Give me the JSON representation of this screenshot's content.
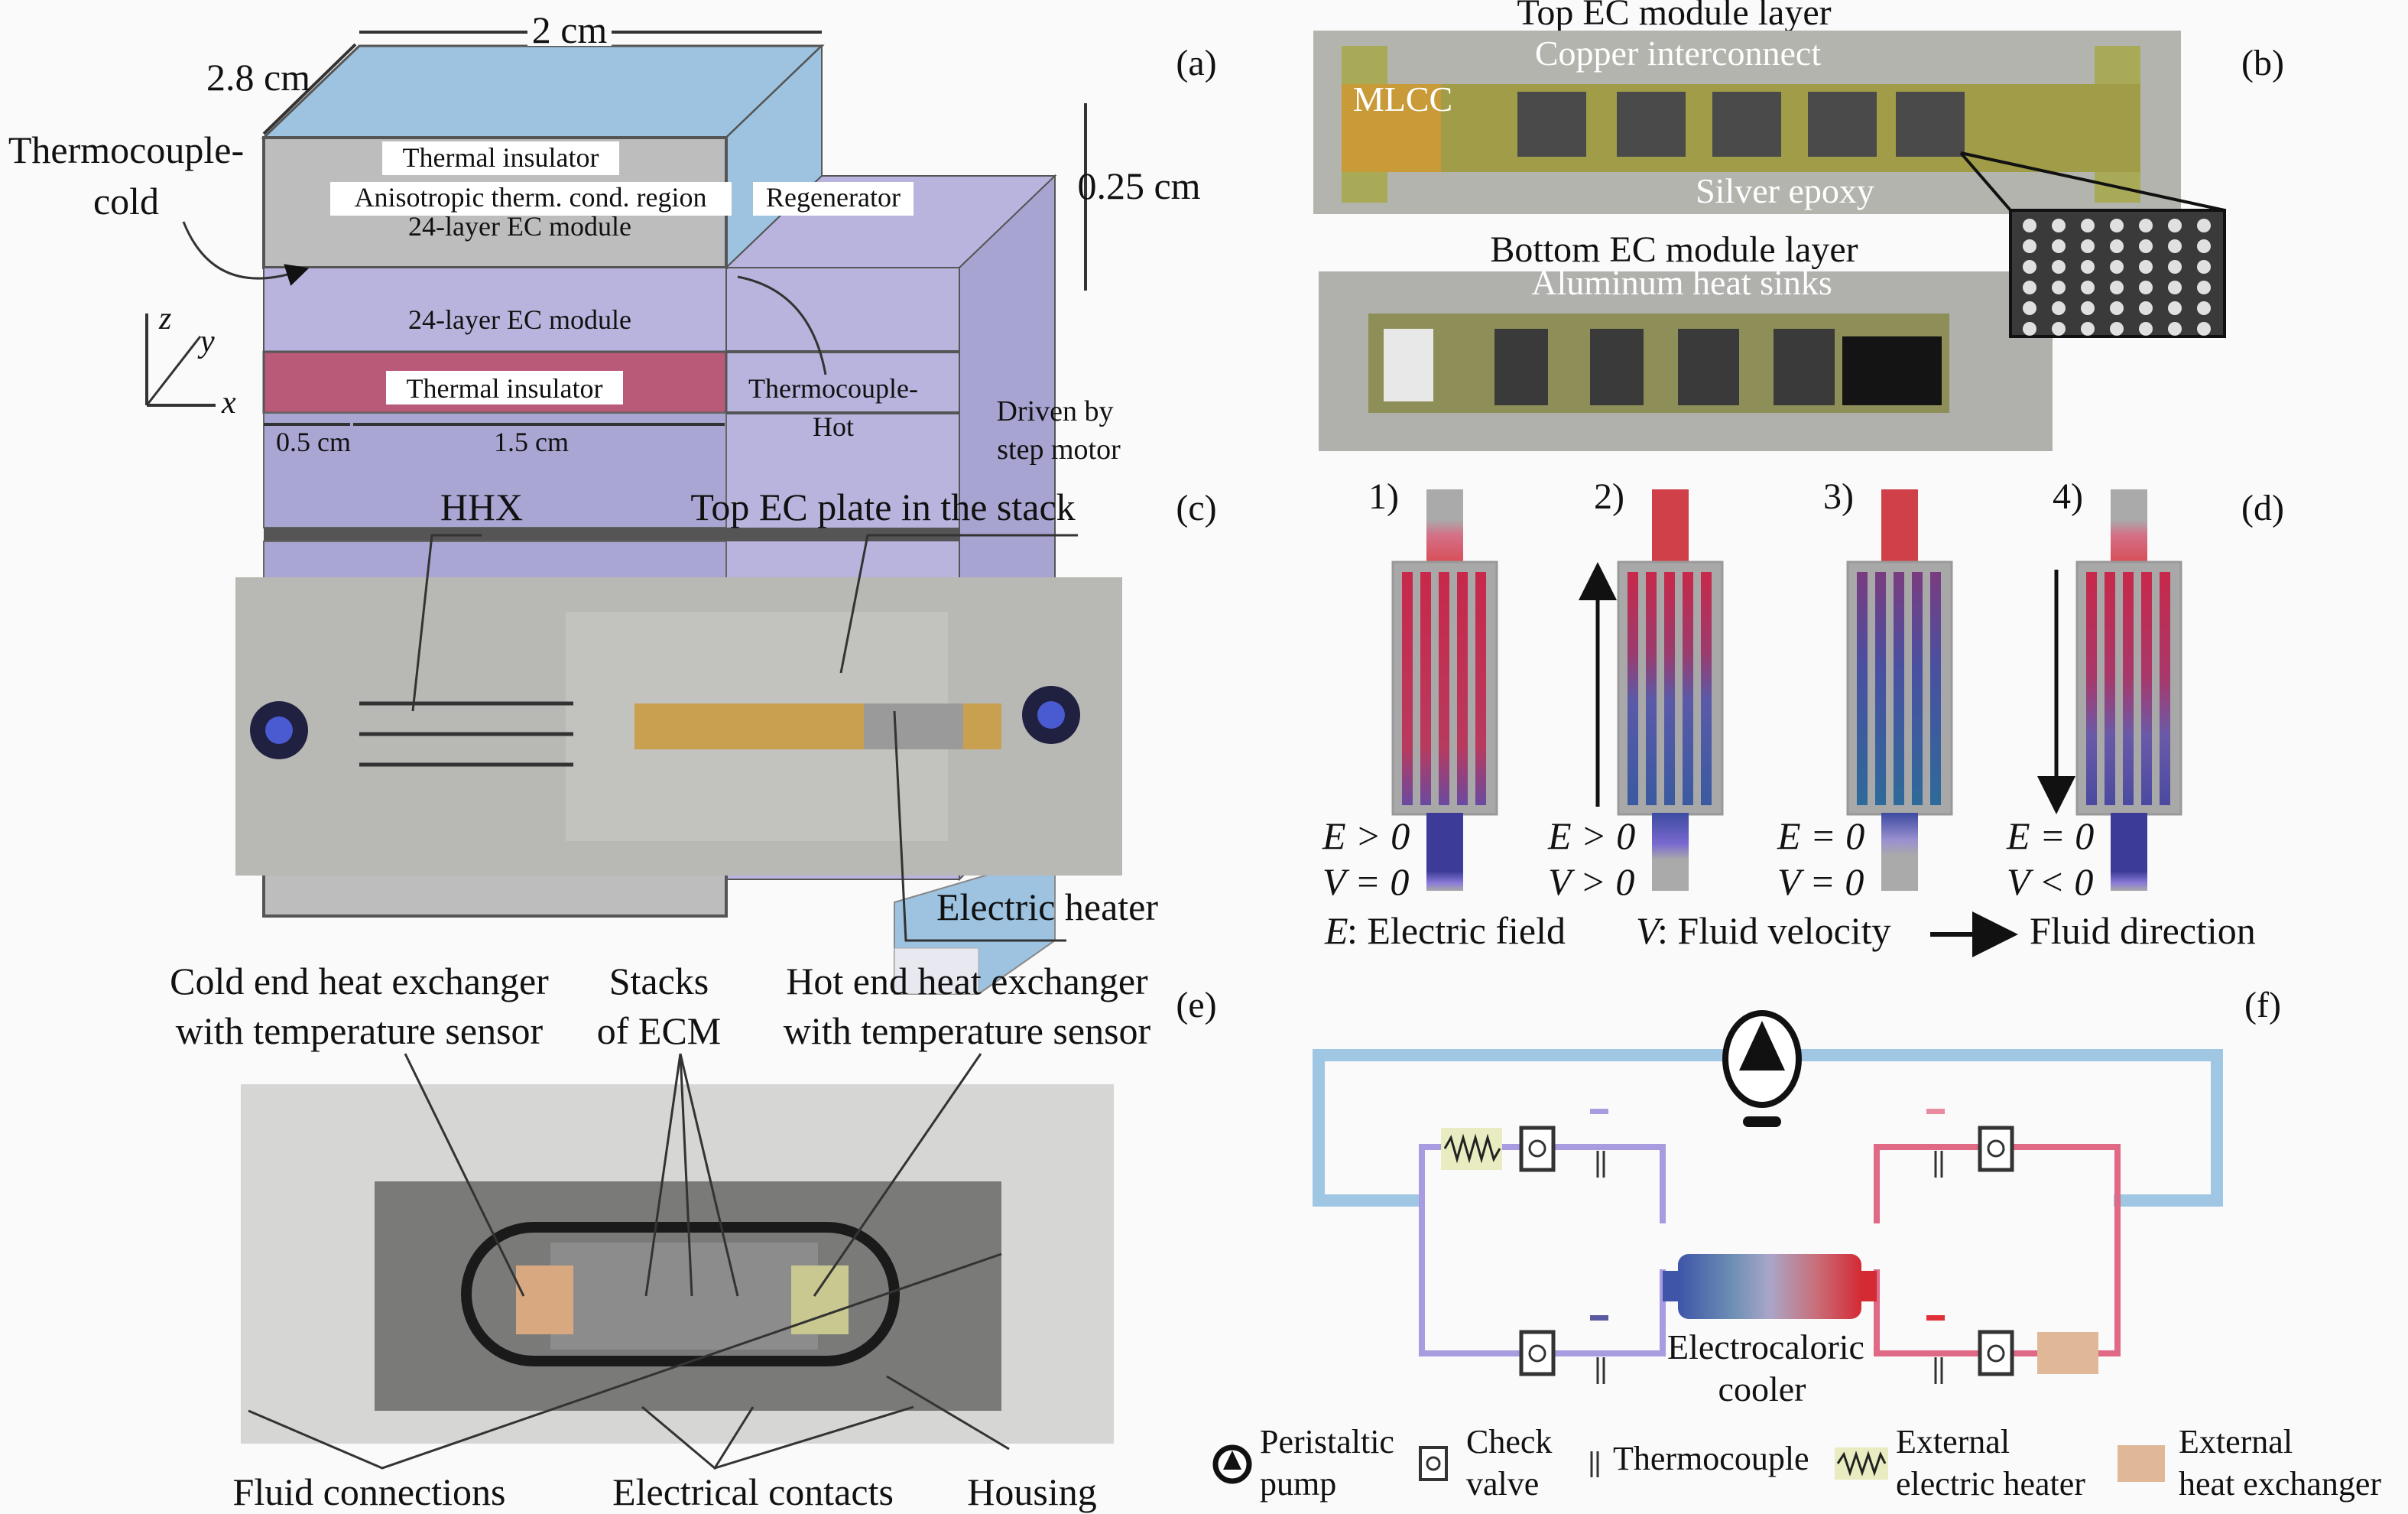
{
  "panels": {
    "a": {
      "tag": "(a)",
      "dim_width": "2 cm",
      "dim_depth": "2.8 cm",
      "dim_height": "0.25 cm",
      "dim_bottom_left": "0.5 cm",
      "dim_bottom_right": "1.5 cm",
      "thermocouple_cold_line1": "Thermocouple-",
      "thermocouple_cold_line2": "cold",
      "thermal_insulator_top": "Thermal insulator",
      "anisotropic_region": "Anisotropic therm. cond. region",
      "regenerator": "Regenerator",
      "ec_module_top": "24-layer EC module",
      "ec_module_bottom": "24-layer EC module",
      "thermal_insulator_bottom": "Thermal insulator",
      "thermocouple_hot_line1": "Thermocouple-",
      "thermocouple_hot_line2": "Hot",
      "driven_line1": "Driven by",
      "driven_line2": "step motor",
      "axis_z": "z",
      "axis_y": "y",
      "axis_x": "x",
      "colors": {
        "insulator": "#bdbdbd",
        "top_face": "#9dc3e0",
        "regenerator": "#b8b4de",
        "ec_module": "#b85a78"
      }
    },
    "b": {
      "tag": "(b)",
      "top_title": "Top EC module layer",
      "copper": "Copper interconnect",
      "mlcc": "MLCC",
      "silver": "Silver epoxy",
      "bottom_title": "Bottom EC module layer",
      "aluminum": "Aluminum heat sinks"
    },
    "c": {
      "tag": "(c)",
      "hhx": "HHX",
      "top_plate": "Top EC plate in the stack",
      "heater": "Electric heater"
    },
    "d": {
      "tag": "(d)",
      "steps": [
        {
          "num": "1)",
          "e": "E > 0",
          "v": "V = 0"
        },
        {
          "num": "2)",
          "e": "E > 0",
          "v": "V > 0"
        },
        {
          "num": "3)",
          "e": "E = 0",
          "v": "V = 0"
        },
        {
          "num": "4)",
          "e": "E = 0",
          "v": "V < 0"
        }
      ],
      "legend_e": "E",
      "legend_e_text": ": Electric field",
      "legend_v": "V",
      "legend_v_text": ": Fluid velocity",
      "legend_dir": "Fluid direction"
    },
    "e": {
      "tag": "(e)",
      "cold_line1": "Cold end heat exchanger",
      "cold_line2": "with temperature sensor",
      "stacks_line1": "Stacks",
      "stacks_line2": "of ECM",
      "hot_line1": "Hot end heat exchanger",
      "hot_line2": "with temperature sensor",
      "fluid": "Fluid connections",
      "electrical": "Electrical contacts",
      "housing": "Housing"
    },
    "f": {
      "tag": "(f)",
      "cooler_line1": "Electrocaloric",
      "cooler_line2": "cooler",
      "legend": {
        "pump_line1": "Peristaltic",
        "pump_line2": "pump",
        "valve_line1": "Check",
        "valve_line2": "valve",
        "thermocouple": "Thermocouple",
        "heater_line1": "External",
        "heater_line2": "electric heater",
        "hx_line1": "External",
        "hx_line2": "heat exchanger"
      },
      "colors": {
        "main_loop": "#9fc6e3",
        "cold_loop": "#a99be0",
        "hot_loop": "#e06a86",
        "heater_fill": "#e8ecc0",
        "hx_fill": "#e0b898"
      }
    }
  }
}
